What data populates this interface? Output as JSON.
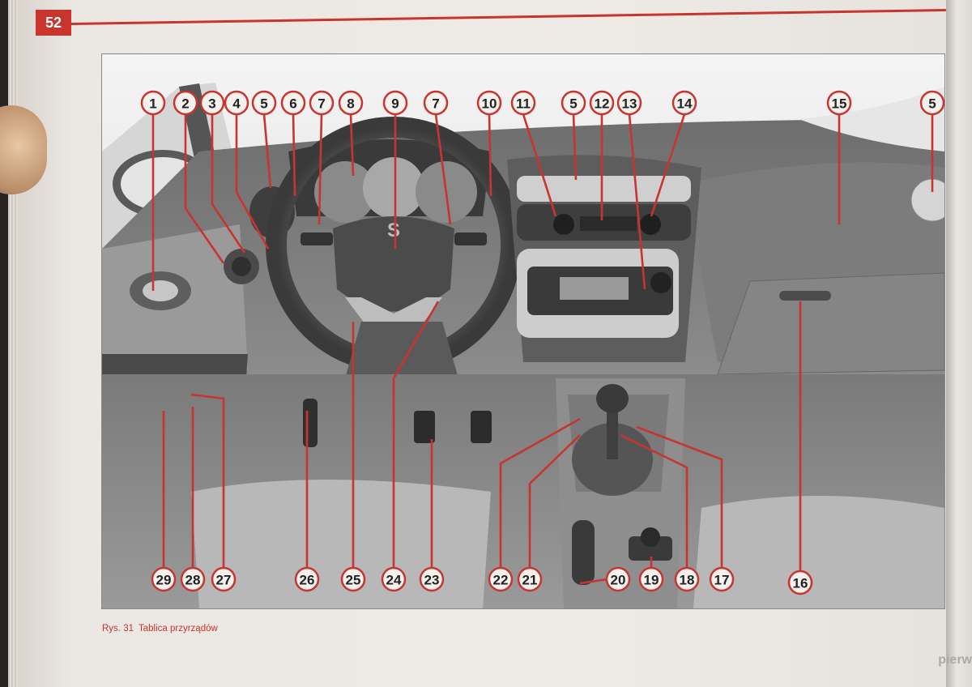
{
  "page_number": "52",
  "caption": {
    "figure_label": "Rys. 31",
    "title": "Tablica przyrządów"
  },
  "right_page_fragment": "pierw",
  "callouts": [
    "1",
    "2",
    "3",
    "4",
    "5",
    "6",
    "7",
    "8",
    "9",
    "7",
    "10",
    "11",
    "5",
    "12",
    "13",
    "14",
    "15",
    "5",
    "29",
    "28",
    "27",
    "26",
    "25",
    "24",
    "23",
    "22",
    "21",
    "20",
    "19",
    "18",
    "17",
    "16"
  ],
  "colors": {
    "accent": "#c8342e",
    "paper": "#eeeae6"
  }
}
